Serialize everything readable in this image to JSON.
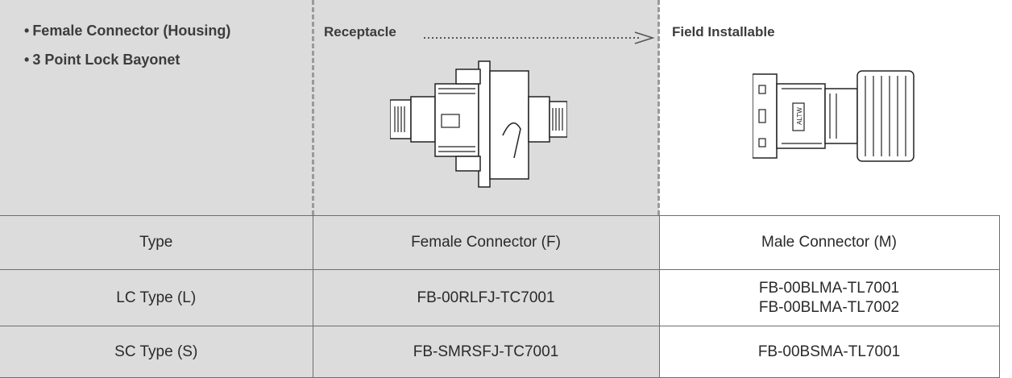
{
  "header": {
    "bullets": [
      "Female Connector (Housing)",
      "3 Point Lock Bayonet"
    ],
    "receptacle_label": "Receptacle",
    "field_installable_label": "Field Installable",
    "logo_text": "ALTW"
  },
  "table": {
    "rows": [
      [
        "Type",
        "Female Connector (F)",
        "Male Connector (M)"
      ],
      [
        "LC Type (L)",
        "FB-00RLFJ-TC7001",
        [
          "FB-00BLMA-TL7001",
          "FB-00BLMA-TL7002"
        ]
      ],
      [
        "SC Type (S)",
        "FB-SMRSFJ-TC7001",
        "FB-00BSMA-TL7001"
      ]
    ]
  },
  "colors": {
    "panel_gray": "#dcdcdc",
    "dash_gray": "#9a9a9a",
    "border": "#6e6e6e",
    "text": "#2a2a2a"
  }
}
